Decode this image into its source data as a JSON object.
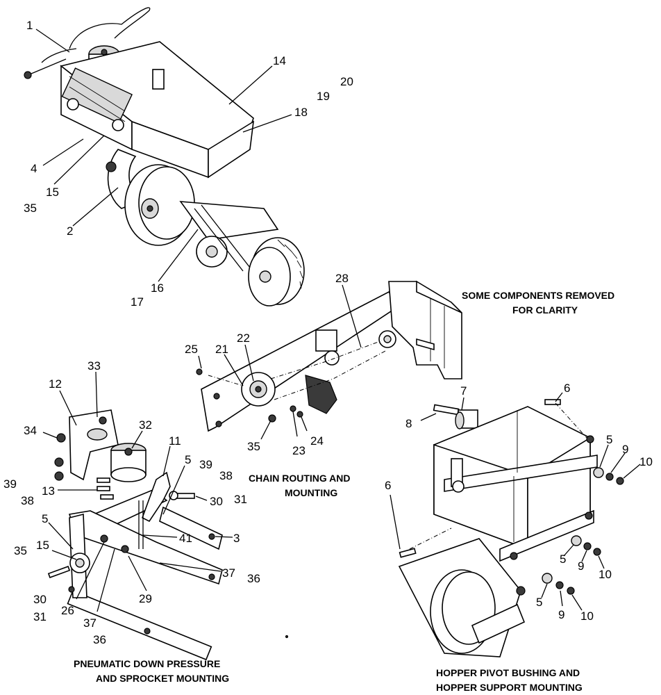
{
  "captions": {
    "top_right_line1": "SOME COMPONENTS REMOVED",
    "top_right_line2": "FOR CLARITY",
    "middle_line1": "CHAIN ROUTING AND",
    "middle_line2": "MOUNTING",
    "bottom_left_line1": "PNEUMATIC DOWN PRESSURE",
    "bottom_left_line2": "AND SPROCKET MOUNTING",
    "bottom_right_line1": "HOPPER PIVOT BUSHING AND",
    "bottom_right_line2": "HOPPER SUPPORT MOUNTING"
  },
  "callouts": {
    "top": [
      "1",
      "14",
      "20",
      "19",
      "18",
      "4",
      "15",
      "35",
      "2",
      "16",
      "17"
    ],
    "chain": [
      "28",
      "25",
      "21",
      "22",
      "35",
      "23",
      "24",
      "7",
      "8",
      "6"
    ],
    "pneumatic": [
      "33",
      "12",
      "34",
      "32",
      "11",
      "5",
      "39",
      "38",
      "39",
      "38",
      "13",
      "30",
      "31",
      "5",
      "41",
      "3",
      "35",
      "15",
      "37",
      "36",
      "30",
      "29",
      "31",
      "26",
      "37",
      "36"
    ],
    "hopper": [
      "5",
      "9",
      "10",
      "6",
      "5",
      "9",
      "10",
      "5",
      "9",
      "10"
    ]
  }
}
